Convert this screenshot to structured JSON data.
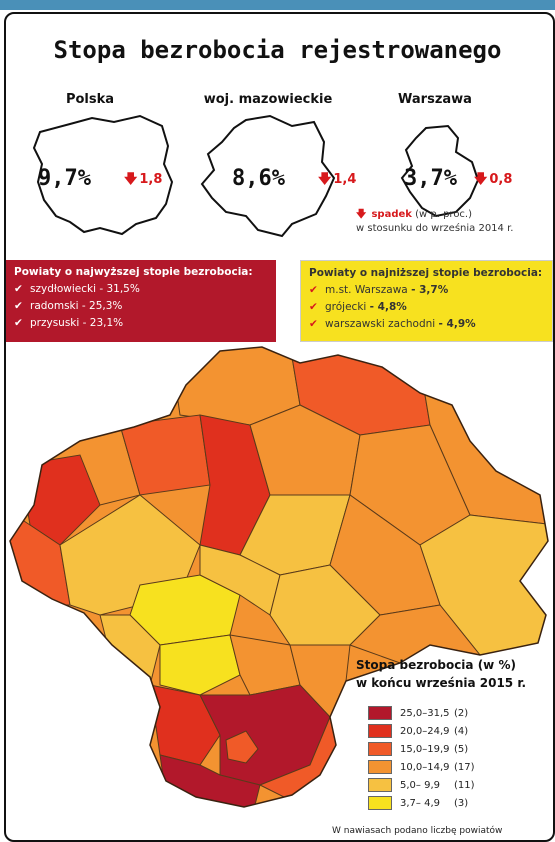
{
  "title": "Stopa bezrobocia rejestrowanego",
  "regions": [
    {
      "name": "Polska",
      "rate": "9,7%",
      "change": "1,8",
      "shape": "poland-outline-icon"
    },
    {
      "name": "woj. mazowieckie",
      "rate": "8,6%",
      "change": "1,4",
      "shape": "mazowieckie-outline-icon"
    },
    {
      "name": "Warszawa",
      "rate": "3,7%",
      "change": "0,8",
      "shape": "warszawa-outline-icon"
    }
  ],
  "drop_legend": {
    "word": "spadek",
    "unit": "(w p. proc.)",
    "line2": "w stosunku do września 2014 r."
  },
  "highest": {
    "title": "Powiaty o najwyższej stopie bezrobocia:",
    "items": [
      {
        "name": "szydłowiecki",
        "value": "- 31,5%"
      },
      {
        "name": "radomski",
        "value": "- 25,3%"
      },
      {
        "name": "przysuski",
        "value": "- 23,1%"
      }
    ]
  },
  "lowest": {
    "title": "Powiaty o najniższej stopie bezrobocia:",
    "items": [
      {
        "name": "m.st. Warszawa",
        "value": "- 3,7%"
      },
      {
        "name": "grójecki",
        "value": "- 4,8%"
      },
      {
        "name": "warszawski zachodni",
        "value": "- 4,9%"
      }
    ]
  },
  "map_legend": {
    "title1": "Stopa bezrobocia (w %)",
    "title2": "w końcu września 2015 r.",
    "classes": [
      {
        "range": "25,0–31,5",
        "count": "(2)",
        "color": "#b2182b"
      },
      {
        "range": "20,0–24,9",
        "count": "(4)",
        "color": "#e0301e"
      },
      {
        "range": "15,0–19,9",
        "count": "(5)",
        "color": "#f05a28"
      },
      {
        "range": "10,0–14,9",
        "count": "(17)",
        "color": "#f39331"
      },
      {
        "range": "5,0– 9,9",
        "count": "(11)",
        "color": "#f6c141"
      },
      {
        "range": "3,7– 4,9",
        "count": "(3)",
        "color": "#f7e11f"
      }
    ],
    "note": "W nawiasach podano liczbę powiatów"
  },
  "colors": {
    "frame": "#111111",
    "accent_red": "#d7191c",
    "top_band": "#4a90b8"
  }
}
